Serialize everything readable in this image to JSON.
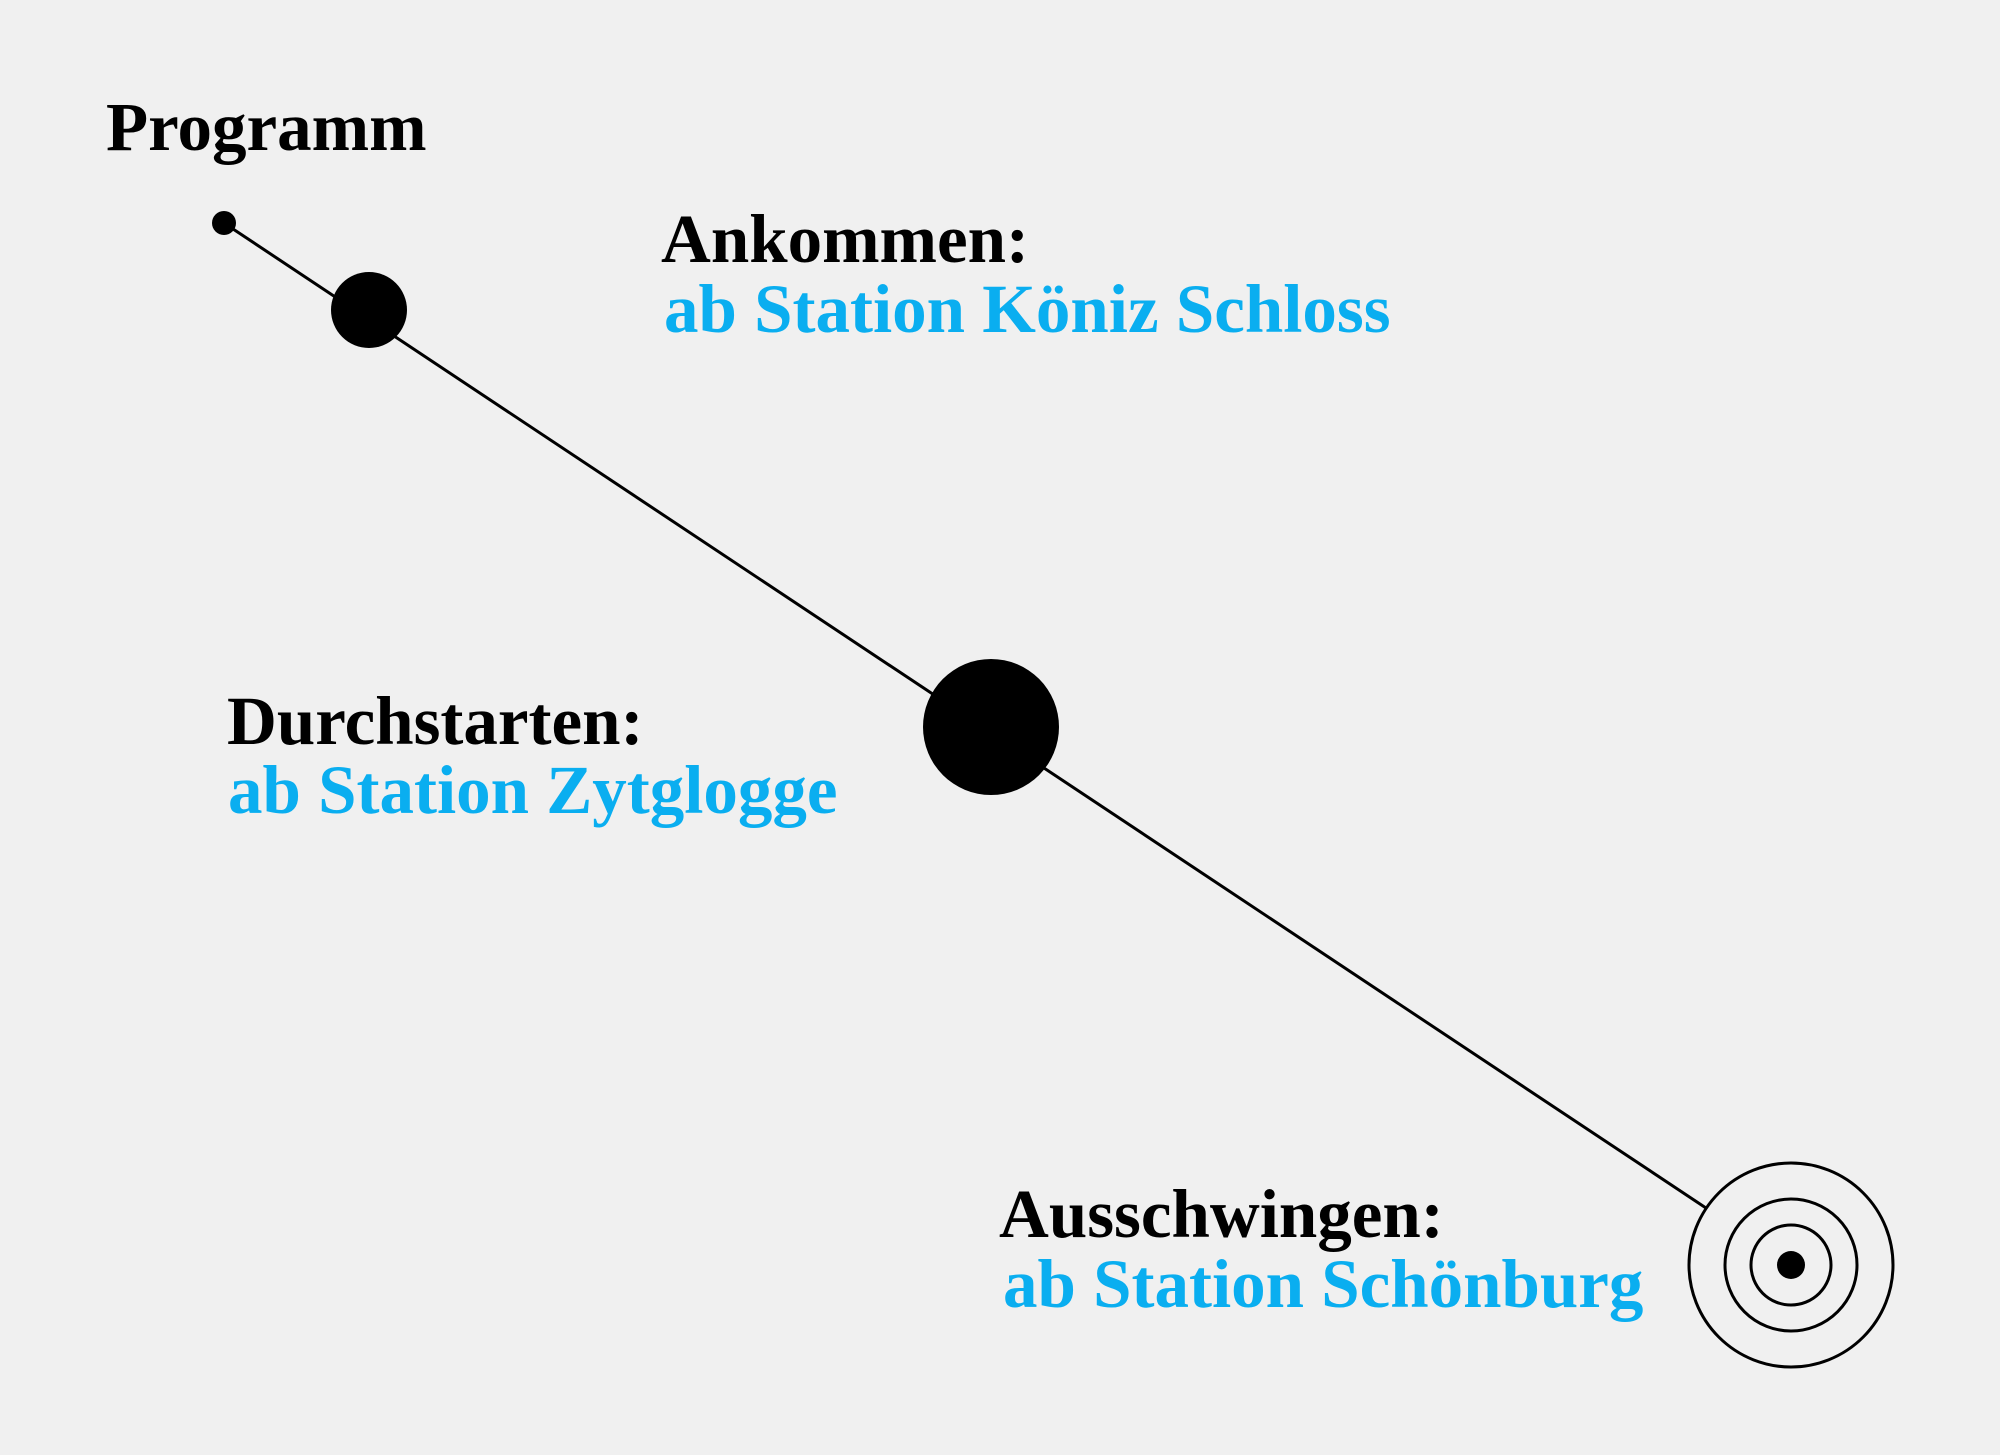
{
  "title": "Programm",
  "colors": {
    "background": "#f0f0f0",
    "accent": "#0aaef0",
    "ink": "#000000"
  },
  "stops": [
    {
      "heading": "Ankommen:",
      "station": "ab Station Köniz Schloss"
    },
    {
      "heading": "Durchstarten:",
      "station": "ab Station Zytglogge"
    },
    {
      "heading": "Ausschwingen:",
      "station": "ab Station Schönburg"
    }
  ]
}
